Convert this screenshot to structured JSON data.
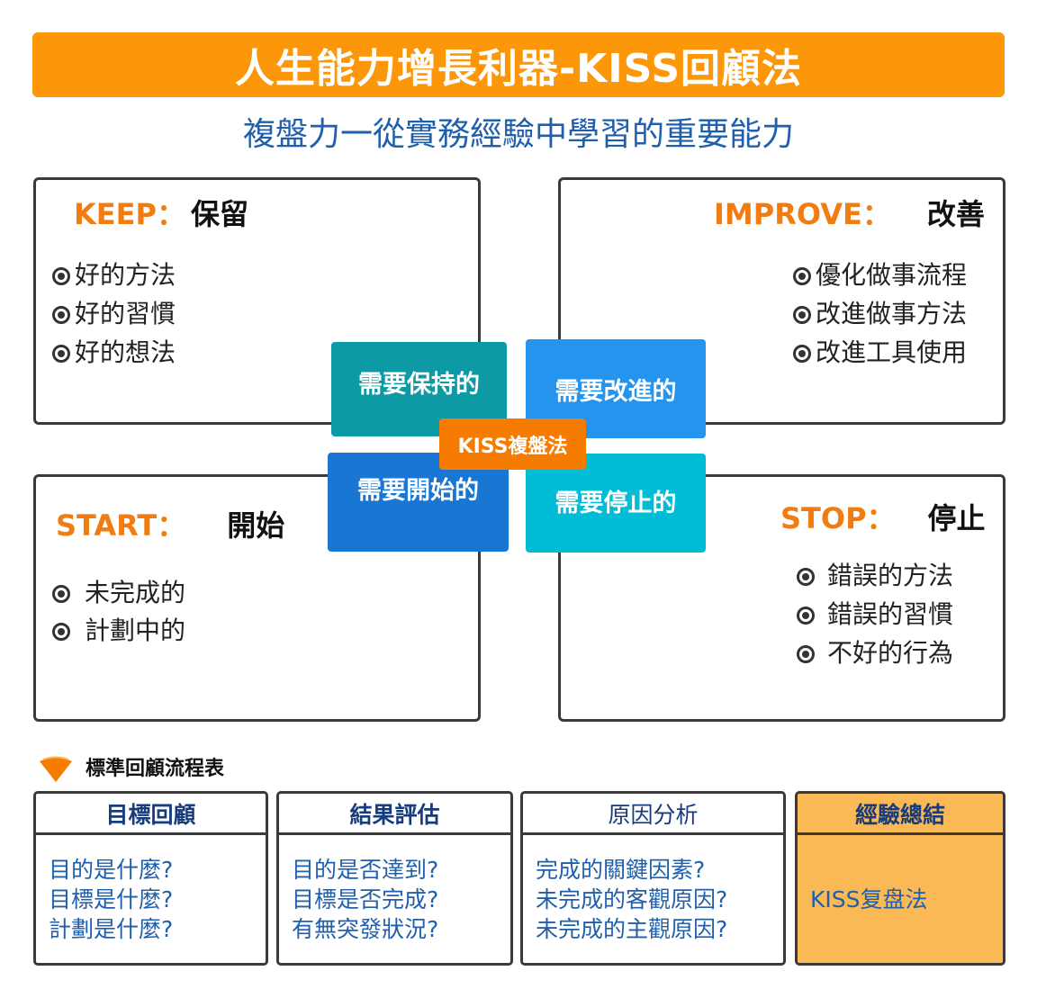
{
  "title": "人生能力增長利器-KISS回顧法",
  "subtitle": "複盤力一從實務經驗中學習的重要能力",
  "quadrants": {
    "keep": {
      "en": "KEEP：",
      "zh": "保留",
      "items": [
        "好的方法",
        "好的習慣",
        "好的想法"
      ]
    },
    "improve": {
      "en": "IMPROVE：",
      "zh": "改善",
      "items": [
        "優化做事流程",
        "改進做事方法",
        "改進工具使用"
      ]
    },
    "start": {
      "en": "START：",
      "zh": "開始",
      "items": [
        "未完成的",
        "計劃中的"
      ]
    },
    "stop": {
      "en": "STOP：",
      "zh": "停止",
      "items": [
        "錯誤的方法",
        "錯誤的習慣",
        "不好的行為"
      ]
    }
  },
  "tiles": {
    "keep": "需要保持的",
    "improve": "需要改進的",
    "start": "需要開始的",
    "stop": "需要停止的",
    "center": "KISS複盤法"
  },
  "process": {
    "label": "標準回顧流程表",
    "cards": [
      {
        "title": "目標回顧",
        "lines": [
          "目的是什麼?",
          "目標是什麼?",
          "計劃是什麼?"
        ]
      },
      {
        "title": "結果評估",
        "lines": [
          "目的是否達到?",
          "目標是否完成?",
          "有無突發狀況?"
        ]
      },
      {
        "title": "原因分析",
        "lines": [
          "完成的關鍵因素?",
          "未完成的客觀原因?",
          "未完成的主觀原因?"
        ]
      },
      {
        "title": "經驗總結",
        "lines": [
          "KISS复盘法"
        ]
      }
    ]
  },
  "colors": {
    "banner": "#fb9708",
    "keep_tile": "#0e9aa5",
    "improve_tile": "#2494ef",
    "start_tile": "#1976d2",
    "stop_tile": "#00bcd4",
    "center_tile": "#f57c00",
    "summary_card": "#fbb955"
  }
}
